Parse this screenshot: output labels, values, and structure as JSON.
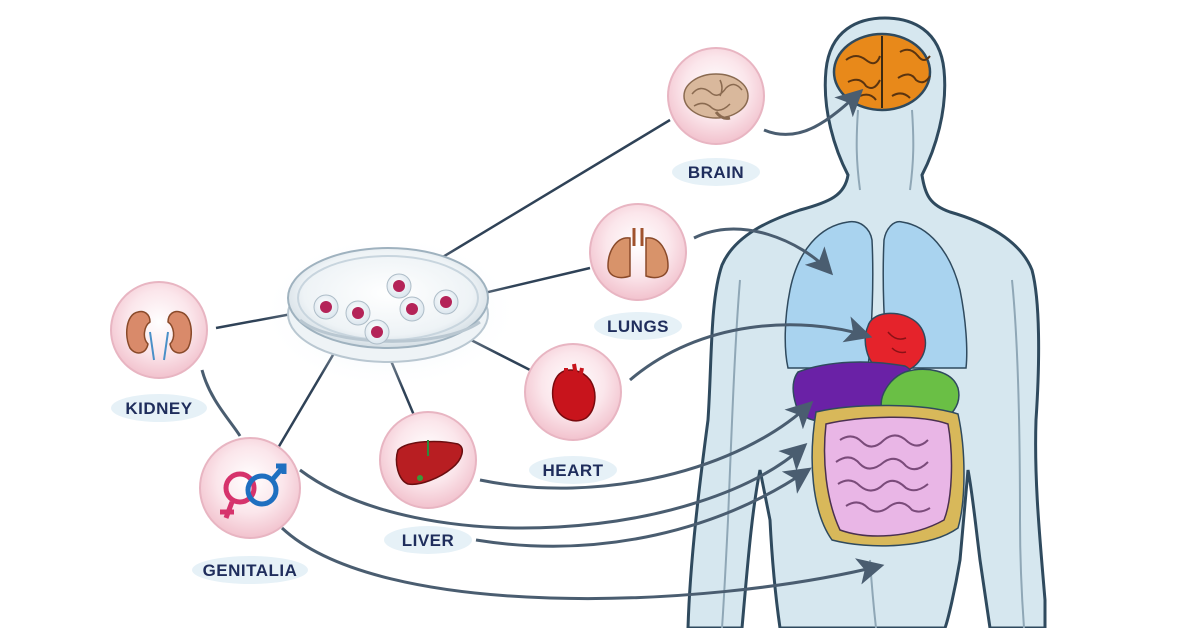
{
  "organs": {
    "brain": {
      "label": "BRAIN",
      "icon": "brain-icon"
    },
    "lungs": {
      "label": "LUNGS",
      "icon": "lungs-icon"
    },
    "heart": {
      "label": "HEART",
      "icon": "heart-icon"
    },
    "kidney": {
      "label": "KIDNEY",
      "icon": "kidney-icon"
    },
    "liver": {
      "label": "LIVER",
      "icon": "liver-icon"
    },
    "genitalia": {
      "label": "GENITALIA",
      "icon": "gender-symbol-icon"
    }
  },
  "colors": {
    "body_outline": "#2f4a5e",
    "body_fill": "#d6e7ef",
    "lungs": "#a9d3ef",
    "brain": "#e8891a",
    "heart": "#e5232b",
    "liver_organ": "#6a21a6",
    "stomach": "#6abf45",
    "intestine": "#e9b6e6",
    "colon": "#d8b85a",
    "circle_fill": "#f6cdd6",
    "label_text": "#1f2d5c",
    "connector": "#2f4257"
  }
}
